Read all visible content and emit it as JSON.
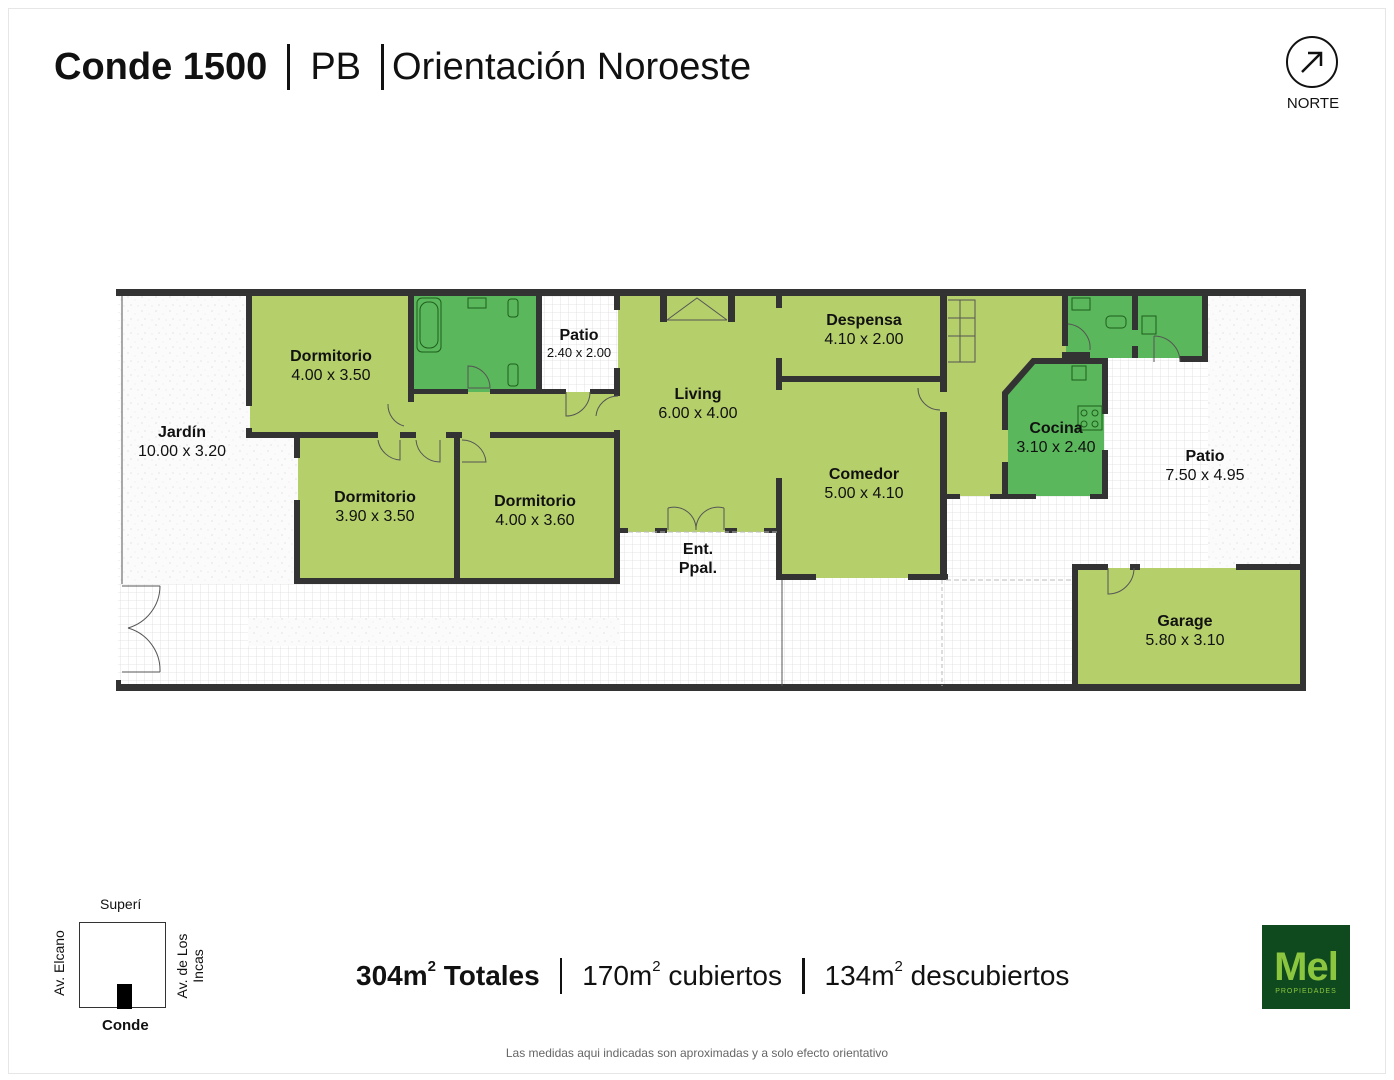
{
  "header": {
    "address": "Conde 1500",
    "floor": "PB",
    "orientation": "Orientación Noroeste"
  },
  "compass": {
    "icon": "north-arrow-icon",
    "label": "NORTE"
  },
  "colors": {
    "wall": "#333333",
    "room_main": "#b5cf6b",
    "room_wet": "#5bb75b",
    "outdoor_tile": "#ffffff",
    "grid_line": "#d9d9d9",
    "logo_bg": "#0f4a1f",
    "logo_fg": "#8cc63f"
  },
  "rooms": [
    {
      "name": "Jardín",
      "dims": "10.00 x 3.20"
    },
    {
      "name": "Dormitorio",
      "dims": "4.00 x 3.50"
    },
    {
      "name": "Patio",
      "dims": "2.40 x 2.00"
    },
    {
      "name": "Dormitorio",
      "dims": "3.90 x 3.50"
    },
    {
      "name": "Dormitorio",
      "dims": "4.00 x 3.60"
    },
    {
      "name": "Living",
      "dims": "6.00 x 4.00"
    },
    {
      "name": "Despensa",
      "dims": "4.10 x 2.00"
    },
    {
      "name": "Comedor",
      "dims": "5.00 x 4.10"
    },
    {
      "name": "Ent.",
      "dims": "Ppal."
    },
    {
      "name": "Cocina",
      "dims": "3.10 x 2.40"
    },
    {
      "name": "Patio",
      "dims": "7.50 x 4.95"
    },
    {
      "name": "Garage",
      "dims": "5.80 x 3.10"
    }
  ],
  "location_map": {
    "top": "Superí",
    "left": "Av. Elcano",
    "right": "Av. de Los Incas",
    "bottom": "Conde"
  },
  "totals": {
    "total_value": "304m",
    "total_label": "Totales",
    "covered_value": "170m",
    "covered_label": "cubiertos",
    "uncovered_value": "134m",
    "uncovered_label": "descubiertos",
    "exp": "2"
  },
  "logo": {
    "main": "Mel",
    "sub": "PROPIEDADES"
  },
  "disclaimer": "Las medidas aqui indicadas son aproximadas y a solo efecto orientativo"
}
